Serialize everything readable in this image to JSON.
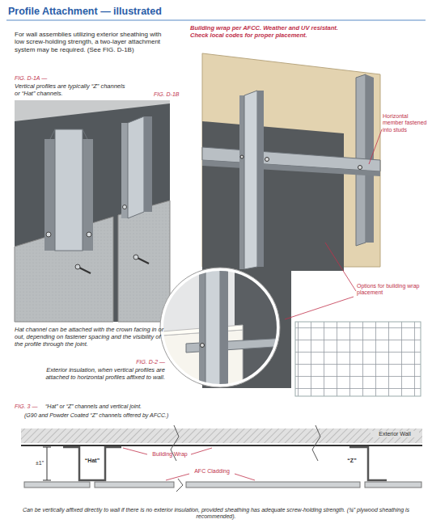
{
  "diagram": {
    "title": "Profile Attachment — illustrated",
    "labels": [
      "For wall assemblies utilizing exterior sheathing with low screw-holding strength, a two-layer attachment system may be required. (See FIG. D-1B)",
      "Building wrap per AFCC. Weather and UV resistant. Check local codes for proper placement.",
      "FIG. D-1A —",
      "Vertical profiles are typically “Z” channels or “Hat” channels.",
      "FIG. D-1B",
      "Horizontal member fastened into studs",
      "Options for building wrap placement",
      "Hat channel can be attached with the crown facing in or out, depending on fastener spacing and the visibility of the profile through the joint.",
      "FIG. D-2 —",
      "Exterior insulation, when vertical profiles are attached to horizontal profiles affixed to wall.",
      "FIG. 3 —",
      "“Hat” or “Z” channels and vertical joint.",
      "(G90 and Powder Coated “Z” channels offered by AFCC.)",
      "Exterior Wall",
      "±1”",
      "“Hat”",
      "Building Wrap",
      "AFC Cladding",
      "“Z”"
    ],
    "caption": "Can be vertically affixed directly to wall if there is no exterior insulation, provided sheathing has adequate screw-holding strength. (¾” plywood sheathing is recommended)."
  }
}
